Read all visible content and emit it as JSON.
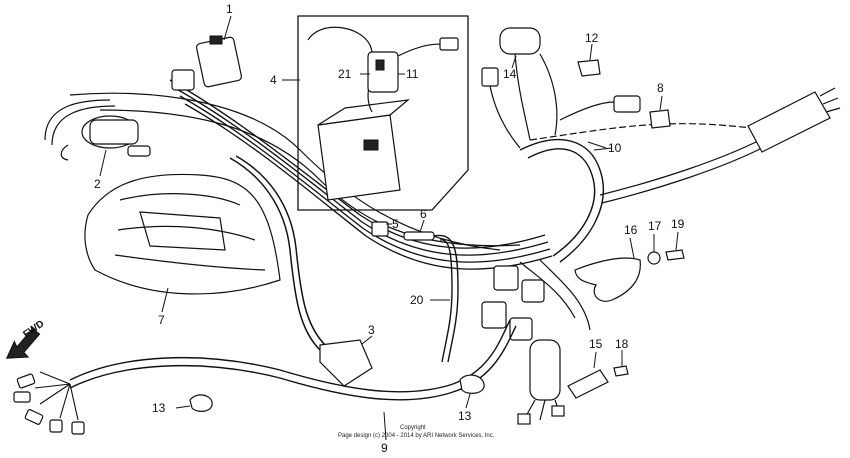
{
  "callouts": {
    "c1": "1",
    "c2": "2",
    "c3": "3",
    "c4": "4",
    "c5": "5",
    "c6": "6",
    "c7": "7",
    "c8": "8",
    "c9": "9",
    "c10": "10",
    "c11": "11",
    "c12": "12",
    "c13a": "13",
    "c13b": "13",
    "c14": "14",
    "c15": "15",
    "c16": "16",
    "c17": "17",
    "c18": "18",
    "c19": "19",
    "c20": "20",
    "c21": "21"
  },
  "direction": {
    "label": "FWD"
  },
  "copyright": {
    "line1": "Copyright",
    "line2": "Page design (c) 2004 - 2014 by ARI Network Services, Inc."
  }
}
